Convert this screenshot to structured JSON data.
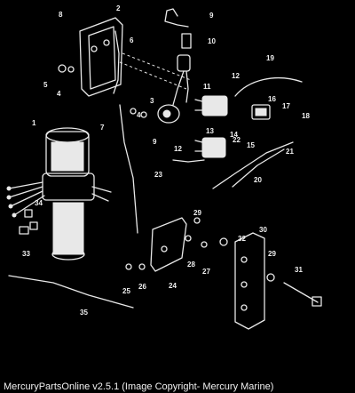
{
  "callouts": [
    "1",
    "2",
    "3",
    "4",
    "4",
    "5",
    "6",
    "7",
    "8",
    "9",
    "9",
    "10",
    "11",
    "12",
    "12",
    "13",
    "14",
    "15",
    "16",
    "17",
    "18",
    "19",
    "20",
    "21",
    "22",
    "23",
    "24",
    "25",
    "26",
    "27",
    "28",
    "29",
    "29",
    "30",
    "31",
    "32",
    "33",
    "34",
    "35"
  ],
  "footer": "MercuryPartsOnline v2.5.1 (Image Copyright- Mercury Marine)"
}
